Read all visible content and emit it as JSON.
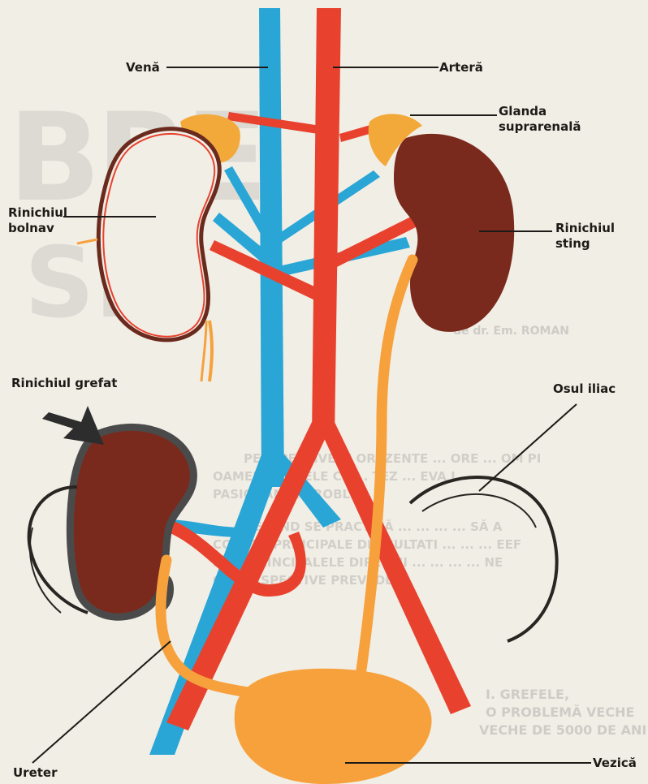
{
  "labels": {
    "vena": "Venă",
    "artera": "Arteră",
    "glanda": [
      "Glanda",
      "suprarenală"
    ],
    "rinichiul_bolnav": [
      "Rinichiul",
      "bolnav"
    ],
    "rinichiul_sting": [
      "Rinichiul",
      "sting"
    ],
    "rinichiul_grefat": "Rinichiul grefat",
    "osul_iliac": "Osul iliac",
    "ureter": "Ureter",
    "vezica": "Vezică"
  },
  "background_text": {
    "big_letters": [
      "BRE",
      "SI"
    ],
    "byline": "de dr. Em. ROMAN",
    "headline_lines": [
      "PERSPECTIVELE OREZENTE ... ORE ... OM PI",
      "OAMENII ÎN CELE CE ... TEZ ... EVA I",
      "PASIONANTE PROBLE...",
      "DE CÎND SE PRACTICĂ ... ... ... ... SĂ A",
      "CONSTĂ PRINCIPALE DIFICULTATI ... ... ... EEF",
      "SÎNT PRINCIPALELE DIRECTII ... ... ... ... NE",
      "CE PERSPECTIVE PREVEDE ..."
    ],
    "section_heading": [
      "I. GREFELE,",
      "O PROBLEMĂ VECHE",
      "VECHE DE 5000 DE ANI"
    ]
  },
  "colors": {
    "vein": "#29a6d6",
    "artery": "#e8422e",
    "gland": "#f2a93a",
    "kidney": "#7a2a1c",
    "ureter": "#f7a13d",
    "bladder": "#f7a13d",
    "background": "#f1eee6"
  }
}
